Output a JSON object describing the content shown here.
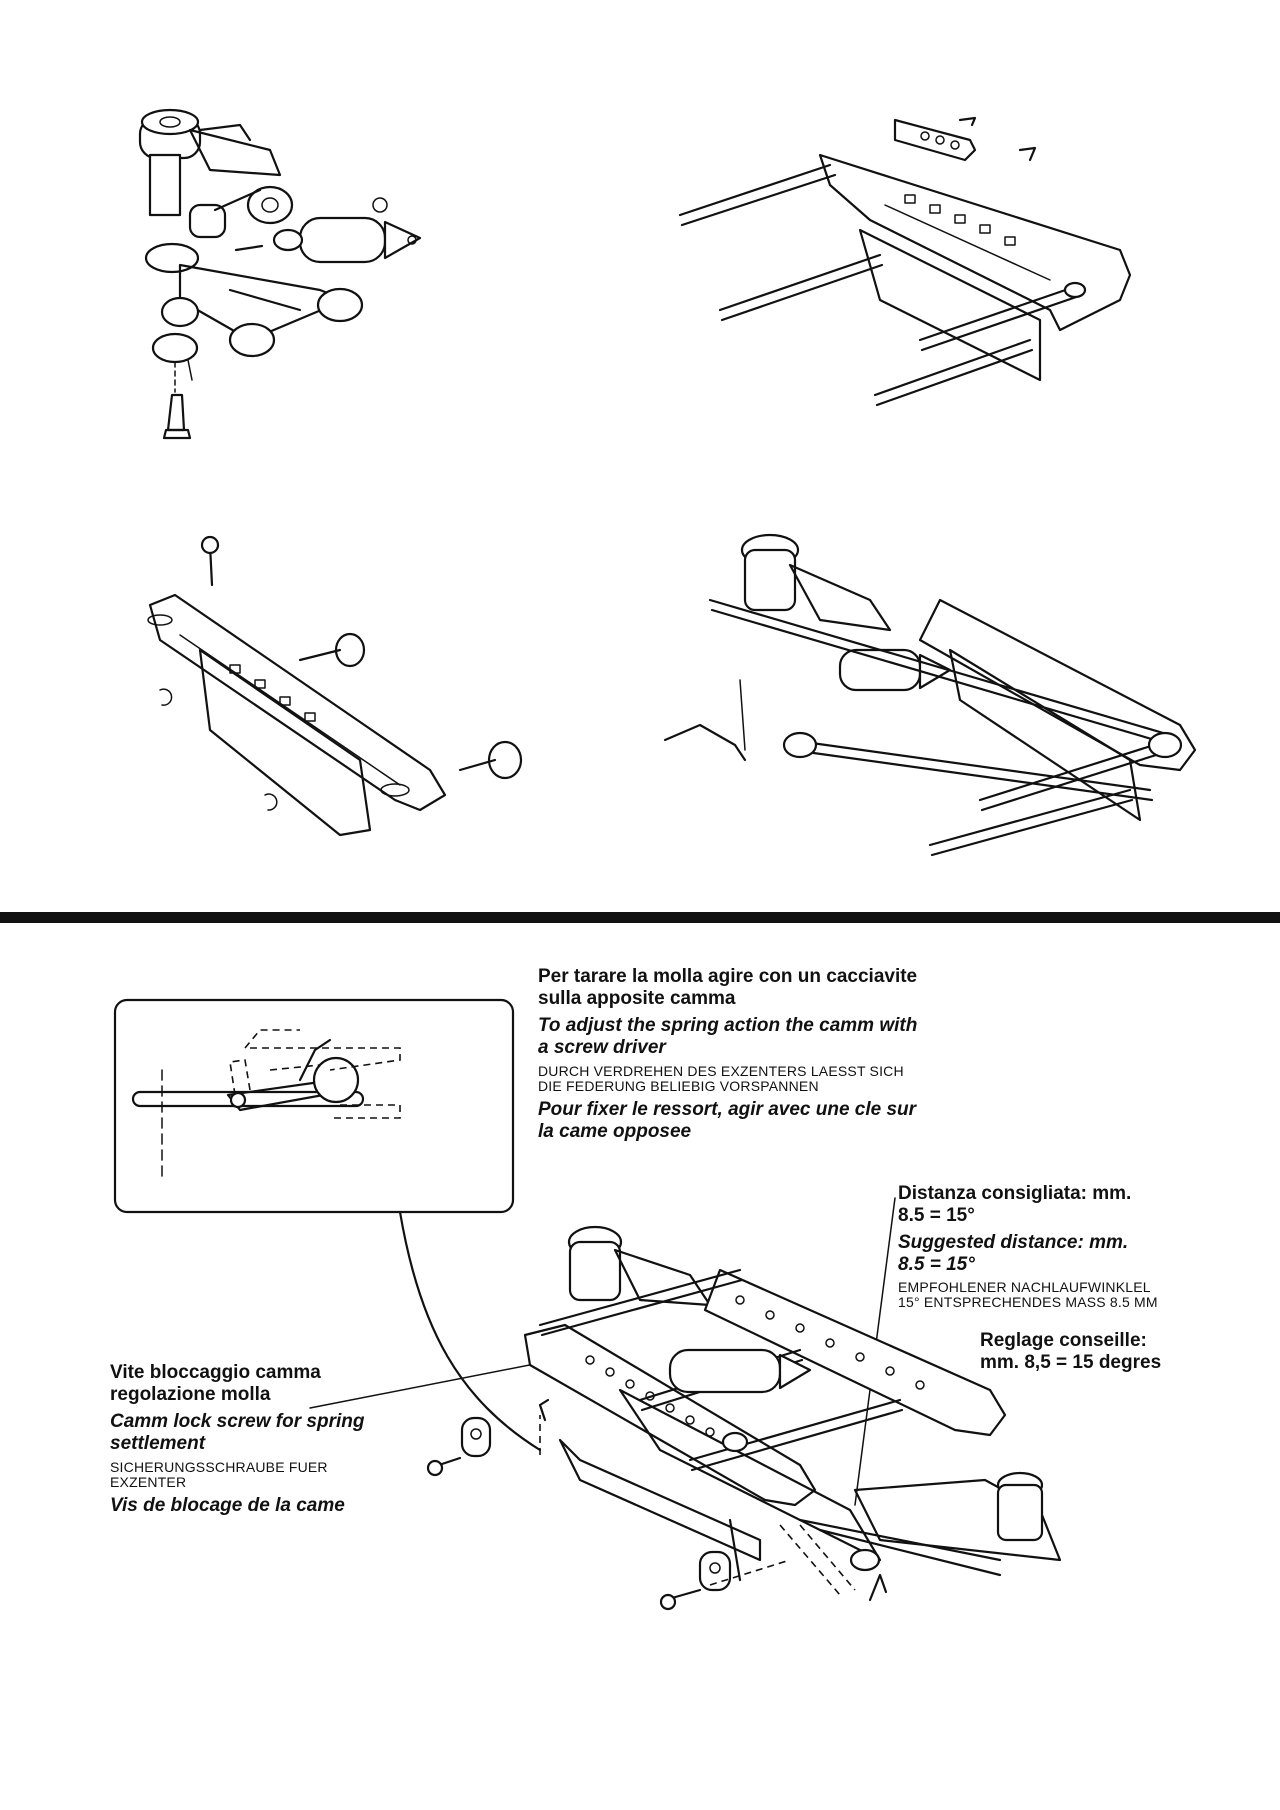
{
  "adjust_note": {
    "it": [
      "Per tarare la molla agire con un cacciavite",
      "sulla apposite camma"
    ],
    "en": [
      "To adjust the spring action the camm with",
      "a screw driver"
    ],
    "de": [
      "DURCH VERDREHEN DES EXZENTERS LAESST SICH",
      "DIE FEDERUNG BELIEBIG VORSPANNEN"
    ],
    "fr": [
      "Pour fixer le ressort, agir avec une cle sur",
      "la came opposee"
    ]
  },
  "distance_note": {
    "it": [
      "Distanza consigliata: mm.",
      "8.5 = 15°"
    ],
    "en": [
      "Suggested distance: mm.",
      "8.5 = 15°"
    ],
    "de": [
      "EMPFOHLENER NACHLAUFWINKLEL",
      "15° ENTSPRECHENDES MASS 8.5 MM"
    ],
    "fr": [
      "Reglage conseille:",
      "mm. 8,5 = 15 degres"
    ]
  },
  "lock_note": {
    "it": [
      "Vite bloccaggio camma",
      "regolazione molla"
    ],
    "en": [
      "Camm lock screw for spring",
      "settlement"
    ],
    "de": [
      "SICHERUNGSSCHRAUBE FUER",
      "EXZENTER"
    ],
    "fr": [
      "Vis de blocage de la came"
    ]
  }
}
